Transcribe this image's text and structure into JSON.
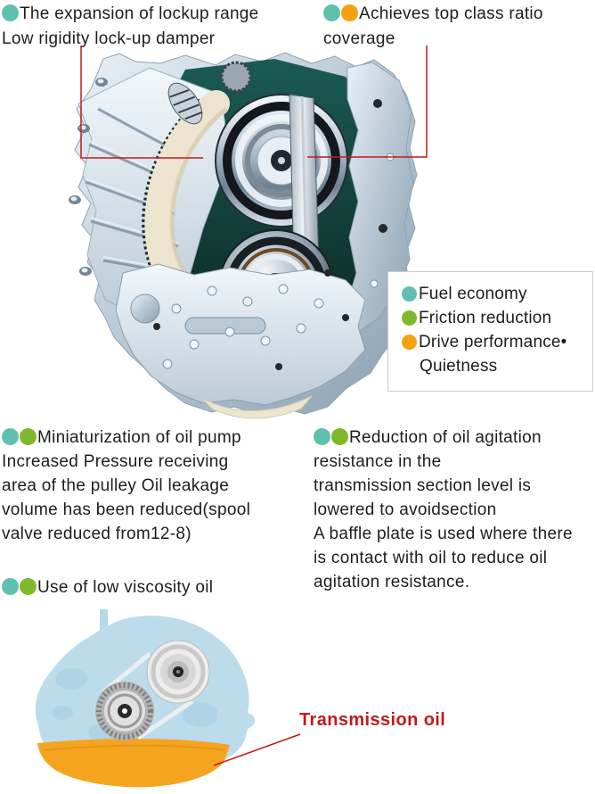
{
  "colors": {
    "teal": "#5fc0af",
    "green": "#7fb82c",
    "orange": "#f5a00f",
    "red": "#c31a1a",
    "text": "#1d1d1d",
    "legend_border": "#cccccc",
    "lightblue": "#bcdcec",
    "pan_orange": "#f5a41f"
  },
  "top_annotations": {
    "lockup_range": {
      "line1": "The expansion of lockup range",
      "line2": "Low rigidity lock-up damper"
    },
    "ratio_coverage": {
      "line1": "Achieves top class ratio",
      "line2": "coverage"
    }
  },
  "legend": {
    "items": [
      {
        "icon": "teal-dot",
        "label": "Fuel economy"
      },
      {
        "icon": "green-dot",
        "label": "Friction reduction"
      },
      {
        "icon": "orange-dot",
        "label": "Drive performance•",
        "label_line2": "Quietness"
      }
    ]
  },
  "notes": {
    "oil_pump": {
      "title": "Miniaturization of oil pump",
      "body": "Increased Pressure receiving\narea of the pulley Oil leakage\nvolume has been reduced(spool\nvalve reduced from12-8)"
    },
    "oil_agitation": {
      "title": "Reduction of oil agitation",
      "body": "resistance in the\ntransmission section level is\nlowered to avoidsection\nA baffle plate is used where there\nis contact with oil to reduce oil\nagitation resistance."
    },
    "low_viscosity": {
      "title": "Use of low viscosity oil"
    }
  },
  "oil_callout": {
    "label": "Transmission oil"
  }
}
